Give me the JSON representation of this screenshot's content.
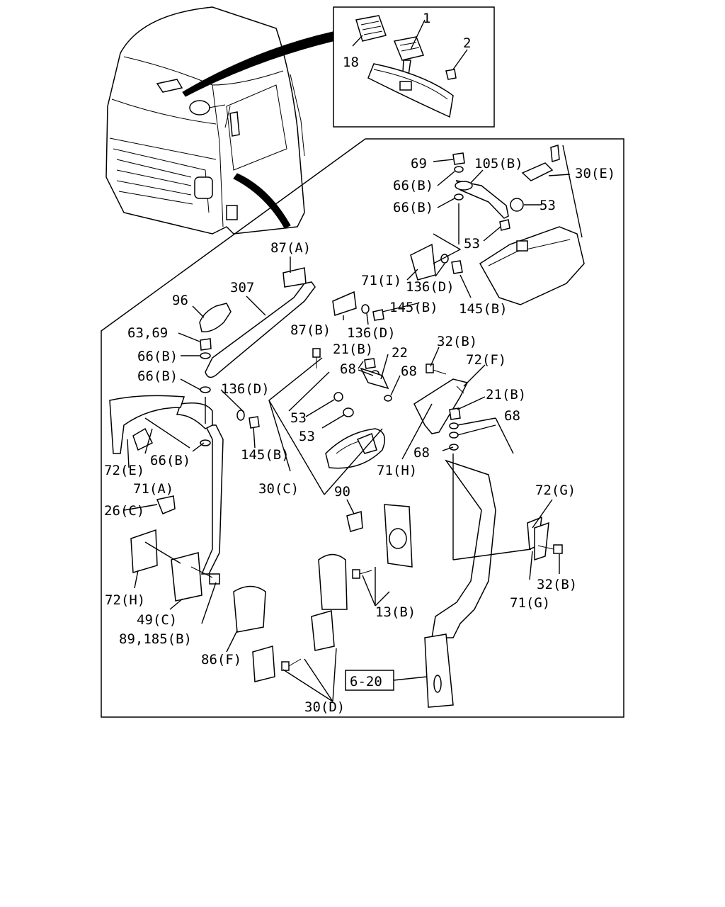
{
  "labels": {
    "l1": "1",
    "l2": "2",
    "l18": "18",
    "l69": "69",
    "l105B": "105(B)",
    "l30E": "30(E)",
    "l66B_a": "66(B)",
    "l66B_b": "66(B)",
    "l53_a": "53",
    "l53_b": "53",
    "l87A": "87(A)",
    "l71I": "71(I)",
    "l136D_a": "136(D)",
    "l145B_a": "145(B)",
    "l307": "307",
    "l96": "96",
    "l87B": "87(B)",
    "l145B_b": "145(B)",
    "l136D_b": "136(D)",
    "l6369": "63,69",
    "l66B_c": "66(B)",
    "l66B_d": "66(B)",
    "l136D_c": "136(D)",
    "l21B_a": "21(B)",
    "l22": "22",
    "l32B_a": "32(B)",
    "l68_a": "68",
    "l68_b": "68",
    "l72F": "72(F)",
    "l21B_b": "21(B)",
    "l68_c": "68",
    "l53_c": "53",
    "l53_d": "53",
    "l145B_c": "145(B)",
    "l66B_e": "66(B)",
    "l72E": "72(E)",
    "l71A": "71(A)",
    "l68_d": "68",
    "l71H": "71(H)",
    "l30C": "30(C)",
    "l90": "90",
    "l72G": "72(G)",
    "l26C": "26(C)",
    "l32B_b": "32(B)",
    "l71G": "71(G)",
    "l72H": "72(H)",
    "l49C": "49(C)",
    "l89185B": "89,185(B)",
    "l13B": "13(B)",
    "l86F": "86(F)",
    "l620": "6-20",
    "l30D": "30(D)"
  },
  "icons": [
    "truck-cab-icon",
    "rear-view-mirror-icon",
    "side-mirror-icon",
    "mirror-stay-icon",
    "bracket-icon",
    "bolt-icon",
    "nut-icon",
    "washer-icon",
    "lamp-bulb-icon"
  ]
}
